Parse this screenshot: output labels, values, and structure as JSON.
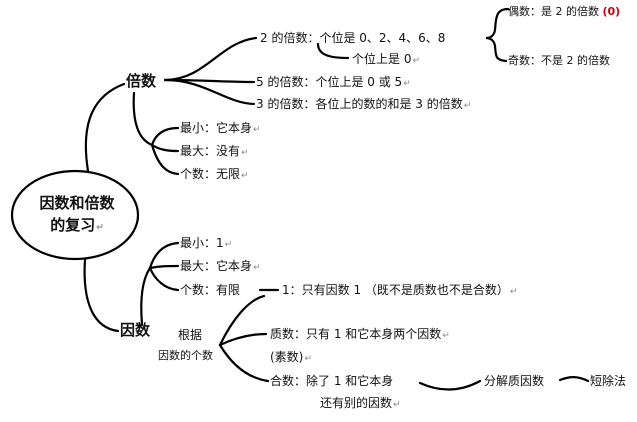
{
  "center": {
    "line1": "因数和倍数",
    "line2": "的复习"
  },
  "multiples": {
    "title": "倍数",
    "two": "2 的倍数：个位是 0、2、4、6、8",
    "two_odd_even_link": "个位上是 0",
    "even": "偶数：是 2 的倍数",
    "even_zero": "(0)",
    "odd": "奇数：不是 2 的倍数",
    "five": "5 的倍数：个位上是 0 或 5",
    "three": "3 的倍数：各位上的数的和是 3 的倍数",
    "min": "最小：它本身",
    "max": "最大：没有",
    "count": "个数：无限"
  },
  "factors": {
    "title": "因数",
    "basis_1": "根据",
    "basis_2": "因数的个数",
    "min": "最小：1",
    "max": "最大：它本身",
    "count": "个数：有限",
    "one": "1：只有因数 1 （既不是质数也不是合数）",
    "prime": "质数：只有 1 和它本身两个因数",
    "prime_alias": "(素数)",
    "composite_1": "合数：除了 1 和它本身",
    "composite_2": "还有别的因数",
    "decompose": "分解质因数",
    "short_division": "短除法"
  },
  "marker": "↵"
}
